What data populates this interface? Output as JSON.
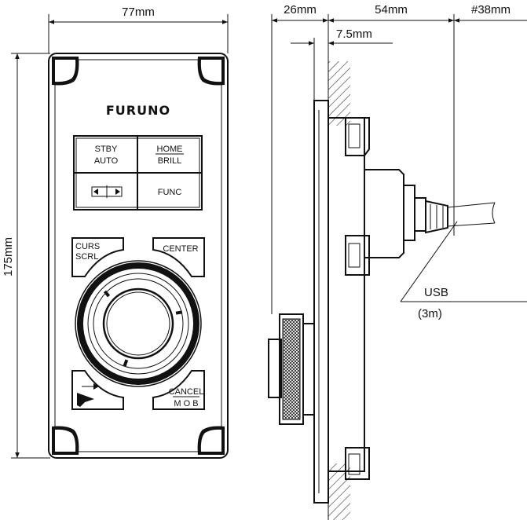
{
  "dimensions": {
    "width": "77mm",
    "height": "175mm",
    "depth": "26mm",
    "rear_depth": "54mm",
    "panel_thickness": "7.5mm",
    "cutout_diameter": "#38mm"
  },
  "brand": "FURUNO",
  "keys": {
    "stby_auto_line1": "STBY",
    "stby_auto_line2": "AUTO",
    "home_brill_line1": "HOME",
    "home_brill_line2": "BRILL",
    "func": "FUNC",
    "curs_scrl_line1": "CURS",
    "curs_scrl_line2": "SCRL",
    "center": "CENTER",
    "cancel_mob_line1": "CANCEL",
    "cancel_mob_line2": "M O B"
  },
  "cable": {
    "label": "USB",
    "length": "(3m)"
  }
}
